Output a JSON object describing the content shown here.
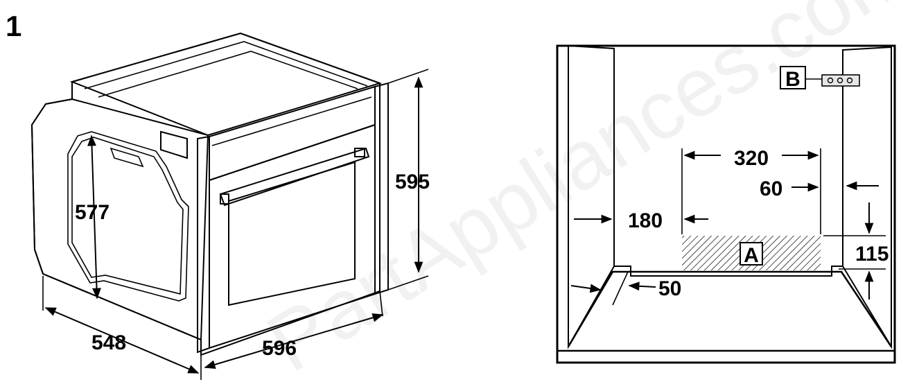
{
  "figure_number": "1",
  "oven_dimensions": {
    "height": "595",
    "width": "596",
    "depth": "548",
    "cutout_height": "577"
  },
  "cabinet_dimensions": {
    "vent_width": "320",
    "left_offset": "180",
    "right_offset": "60",
    "vent_depth": "115",
    "recess": "50"
  },
  "markers": {
    "zone": "A",
    "bracket": "B"
  },
  "watermark": "PartAppliances.com"
}
